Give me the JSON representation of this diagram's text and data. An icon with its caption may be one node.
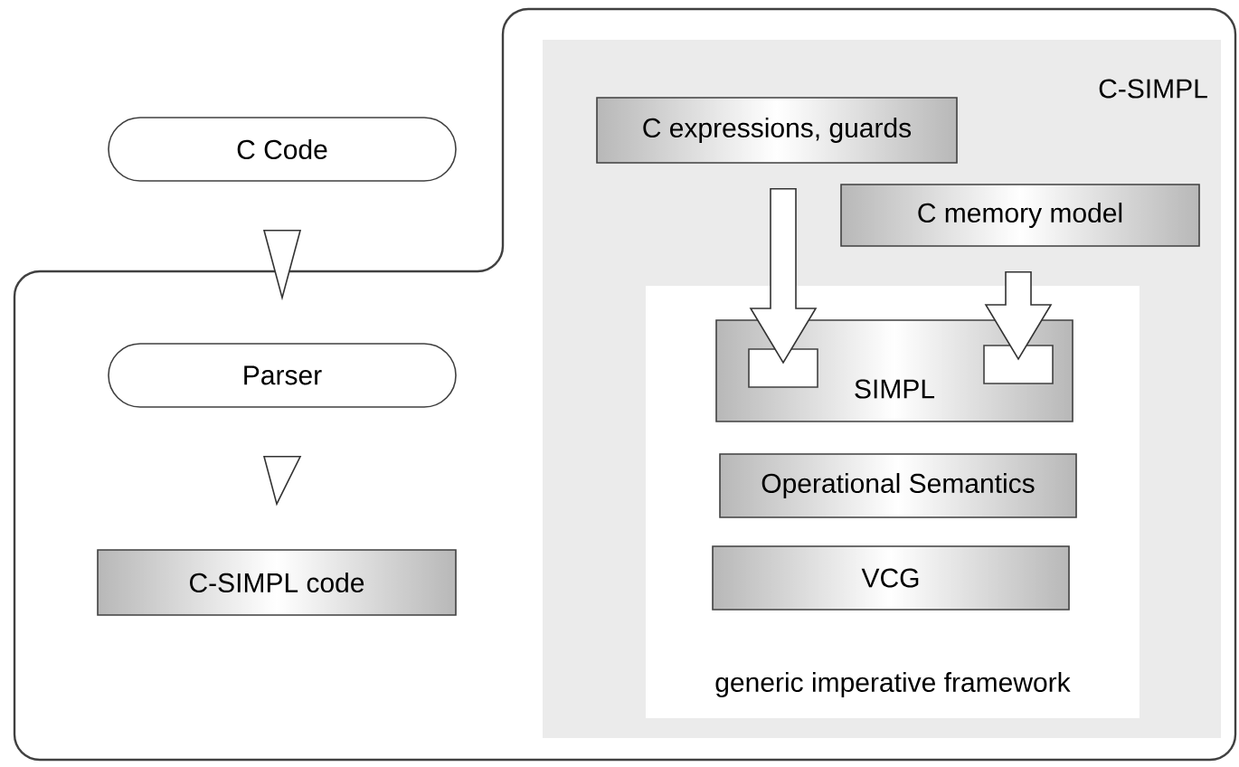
{
  "diagram": {
    "nodes": [
      {
        "text": [],
        "shape": "box"
      },
      {
        "text": [
          "C-SIMPL"
        ],
        "in": 0
      },
      {
        "text": [
          "C Code"
        ]
      },
      {
        "text": [
          "Parser"
        ],
        "in": 0
      },
      {
        "text": [
          "C-SIMPL  code"
        ],
        "in": 0
      },
      {
        "text": [
          "C expressions, guards"
        ],
        "in": 1
      },
      {
        "text": [
          "C memory model"
        ],
        "in": 1
      },
      {
        "text": [
          "generic imperative framework"
        ],
        "in": 1
      },
      {
        "text": [
          "SIMPL"
        ],
        "in": 7
      },
      {
        "text": [],
        "shape": "box",
        "in": 8
      },
      {
        "text": [],
        "shape": "box",
        "in": 8
      },
      {
        "text": [
          "Operational Semantics"
        ],
        "in": 7
      },
      {
        "text": [
          "VCG"
        ],
        "in": 7
      }
    ],
    "edges": [
      {
        "from": 2,
        "to": 3,
        "arrow": "to"
      },
      {
        "from": 3,
        "to": 4,
        "arrow": "to"
      },
      {
        "from": 5,
        "to": 9,
        "arrow": "to"
      },
      {
        "from": 6,
        "to": 10,
        "arrow": "to"
      }
    ]
  }
}
